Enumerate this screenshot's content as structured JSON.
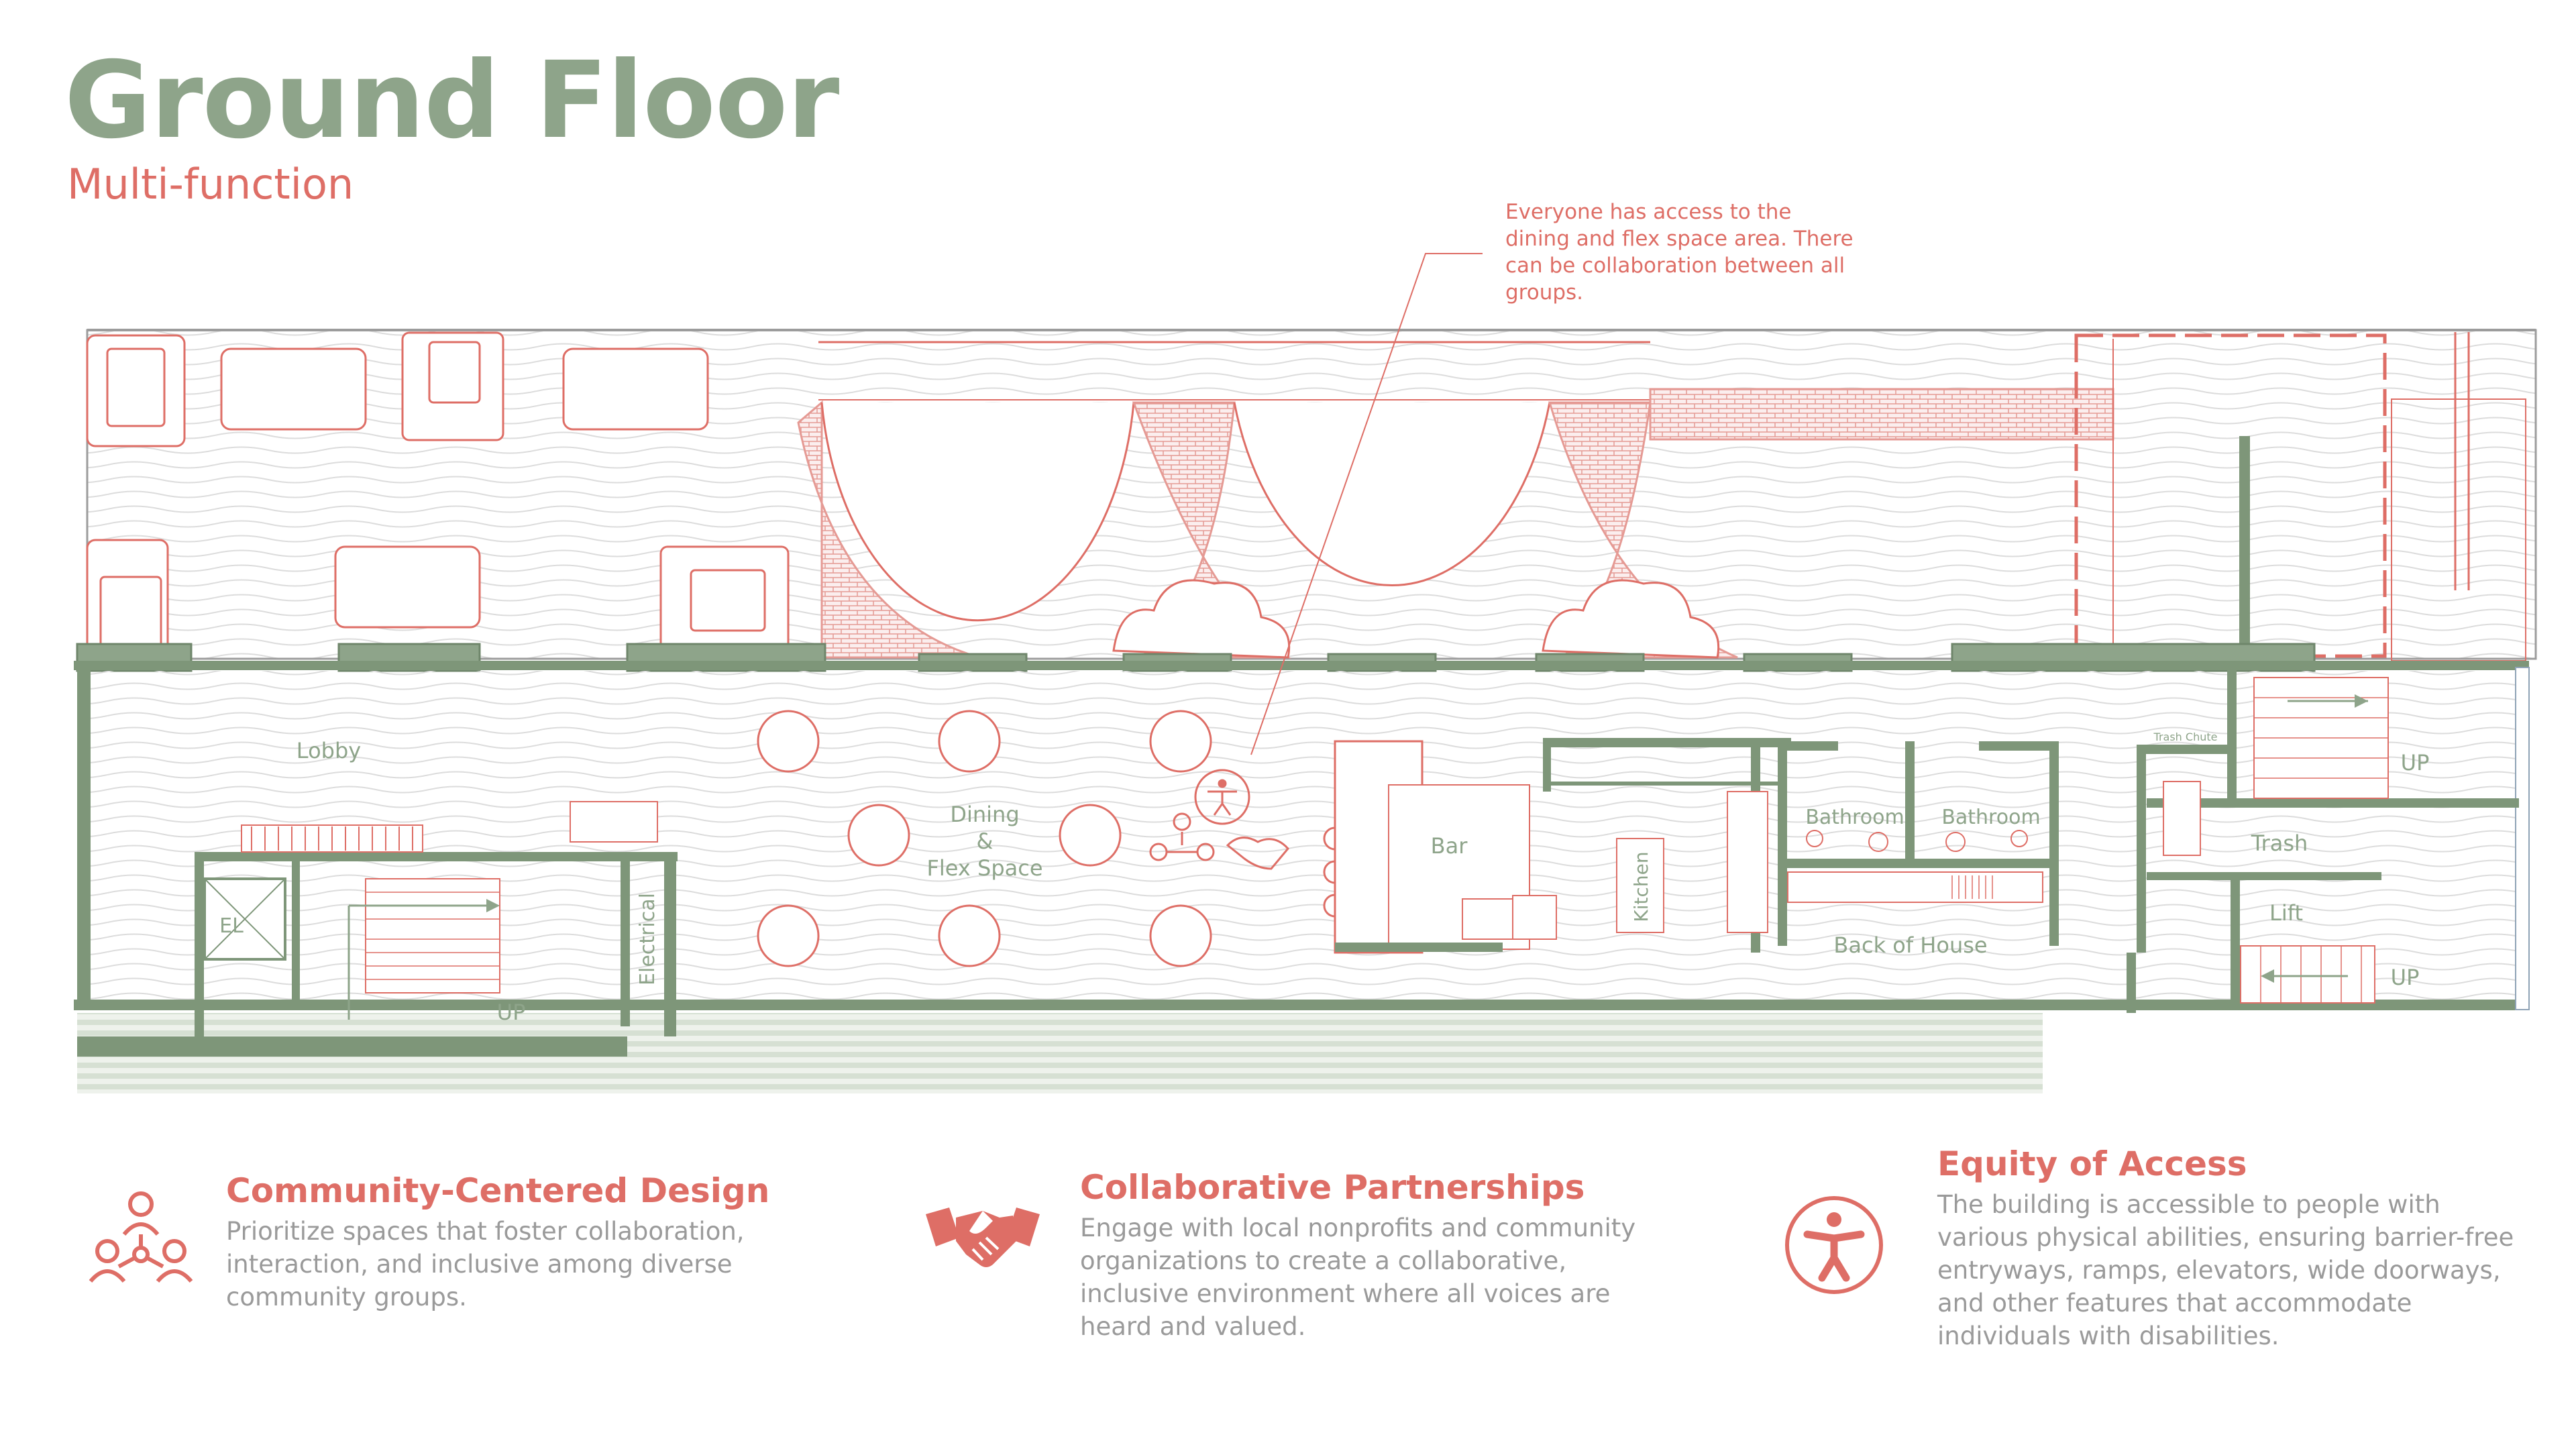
{
  "header": {
    "title": "Ground Floor",
    "subtitle": "Multi-function"
  },
  "callout": {
    "text": "Everyone has access to the dining and flex space area. There can be collaboration between all groups."
  },
  "rooms": {
    "lobby": "Lobby",
    "dining_line1": "Dining",
    "dining_line2": "&",
    "dining_line3": "Flex Space",
    "el": "EL",
    "electrical": "Electrical",
    "up_left": "UP",
    "bar": "Bar",
    "kitchen": "Kitchen",
    "bathroom1": "Bathroom",
    "bathroom2": "Bathroom",
    "back_of_house": "Back of House",
    "trash_chute": "Trash Chute",
    "trash": "Trash",
    "lift": "Lift",
    "up_right_top": "UP",
    "up_right_bottom": "UP"
  },
  "features": [
    {
      "icon": "community-network-icon",
      "title": "Community-Centered Design",
      "text": "Prioritize spaces that foster collaboration, interaction, and inclusive among diverse community groups."
    },
    {
      "icon": "handshake-icon",
      "title": "Collaborative Partnerships",
      "text": "Engage with local nonprofits and community organizations to create a collaborative, inclusive environment where all voices are heard and valued."
    },
    {
      "icon": "accessibility-icon",
      "title": "Equity  of Access",
      "text": "The building is accessible to people with various physical abilities, ensuring barrier-free entryways, ramps, elevators, wide doorways, and other features that accommodate individuals with disabilities."
    }
  ],
  "colors": {
    "green": "#8ea48a",
    "wall_green": "#7e9679",
    "coral": "#de6e66",
    "body_text": "#9a9a9a"
  }
}
